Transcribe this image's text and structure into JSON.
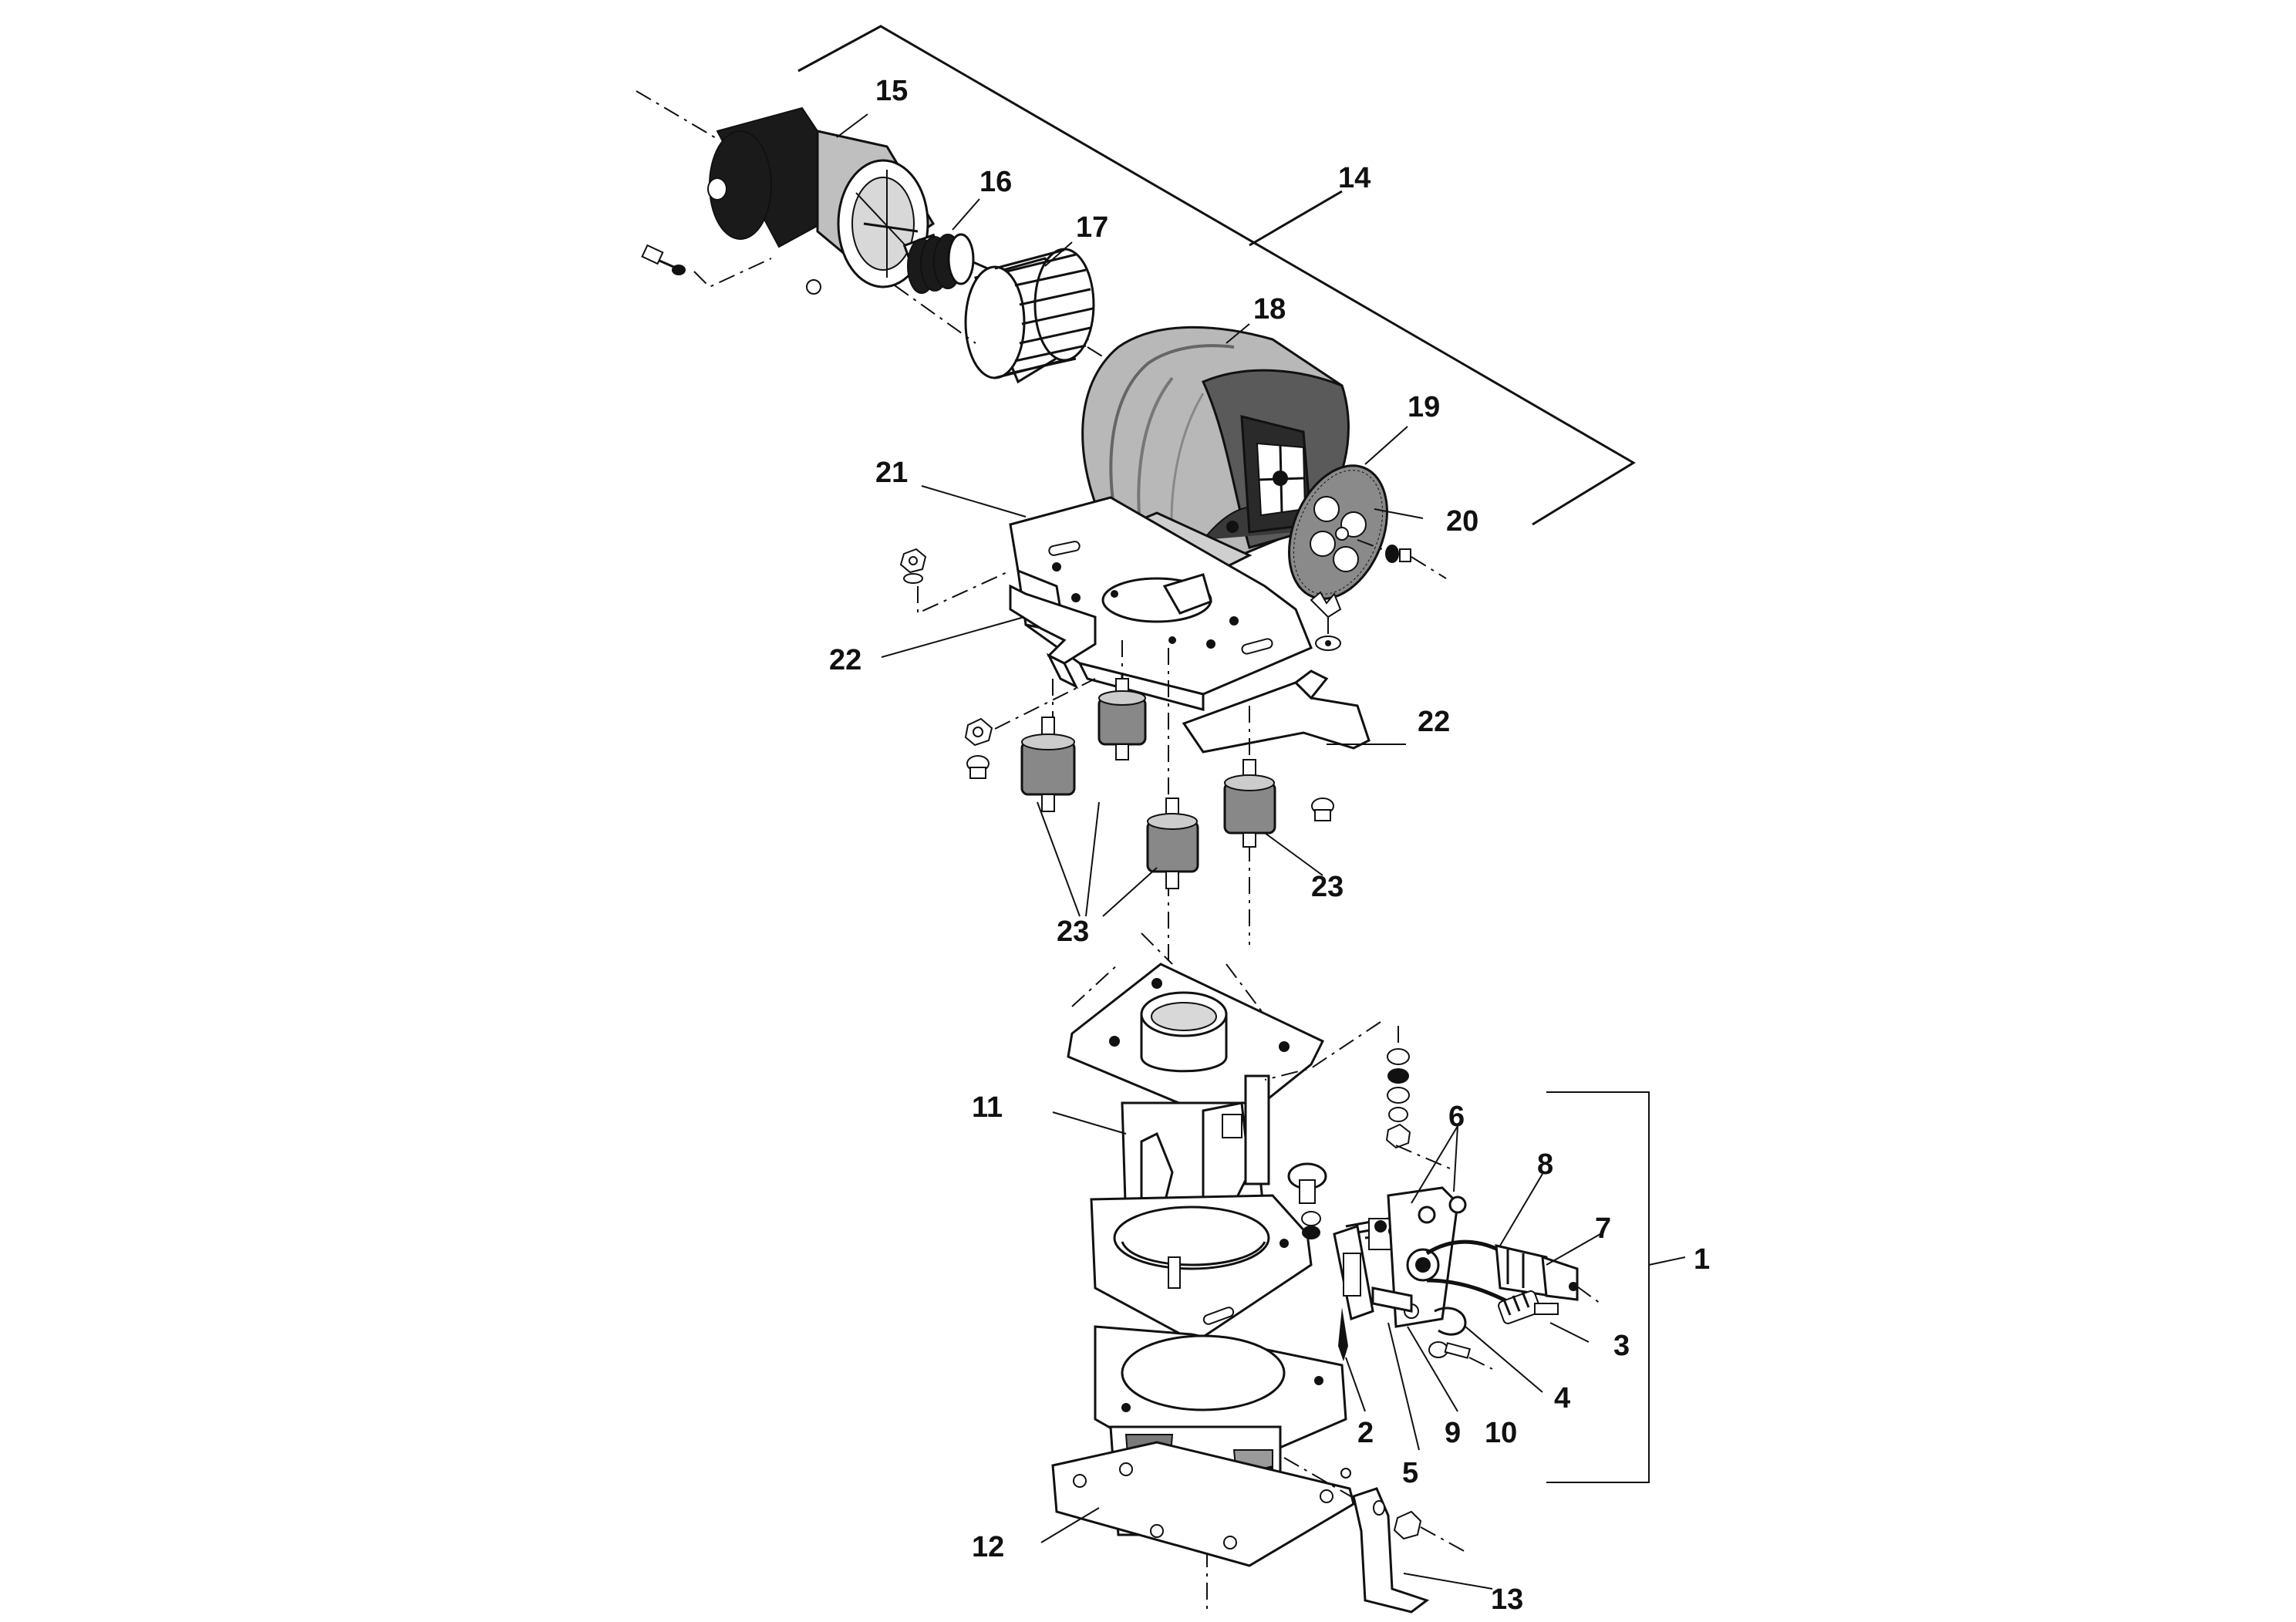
{
  "callouts": [
    {
      "id": "1",
      "label": "1"
    },
    {
      "id": "2",
      "label": "2"
    },
    {
      "id": "3",
      "label": "3"
    },
    {
      "id": "4",
      "label": "4"
    },
    {
      "id": "5",
      "label": "5"
    },
    {
      "id": "6",
      "label": "6"
    },
    {
      "id": "7",
      "label": "7"
    },
    {
      "id": "8",
      "label": "8"
    },
    {
      "id": "9",
      "label": "9"
    },
    {
      "id": "10",
      "label": "10"
    },
    {
      "id": "11",
      "label": "11"
    },
    {
      "id": "12",
      "label": "12"
    },
    {
      "id": "13",
      "label": "13"
    },
    {
      "id": "14",
      "label": "14"
    },
    {
      "id": "15",
      "label": "15"
    },
    {
      "id": "16",
      "label": "16"
    },
    {
      "id": "17",
      "label": "17"
    },
    {
      "id": "18",
      "label": "18"
    },
    {
      "id": "19",
      "label": "19"
    },
    {
      "id": "20",
      "label": "20"
    },
    {
      "id": "21",
      "label": "21"
    },
    {
      "id": "22a",
      "label": "22"
    },
    {
      "id": "22b",
      "label": "22"
    },
    {
      "id": "23a",
      "label": "23"
    },
    {
      "id": "23b",
      "label": "23"
    }
  ]
}
